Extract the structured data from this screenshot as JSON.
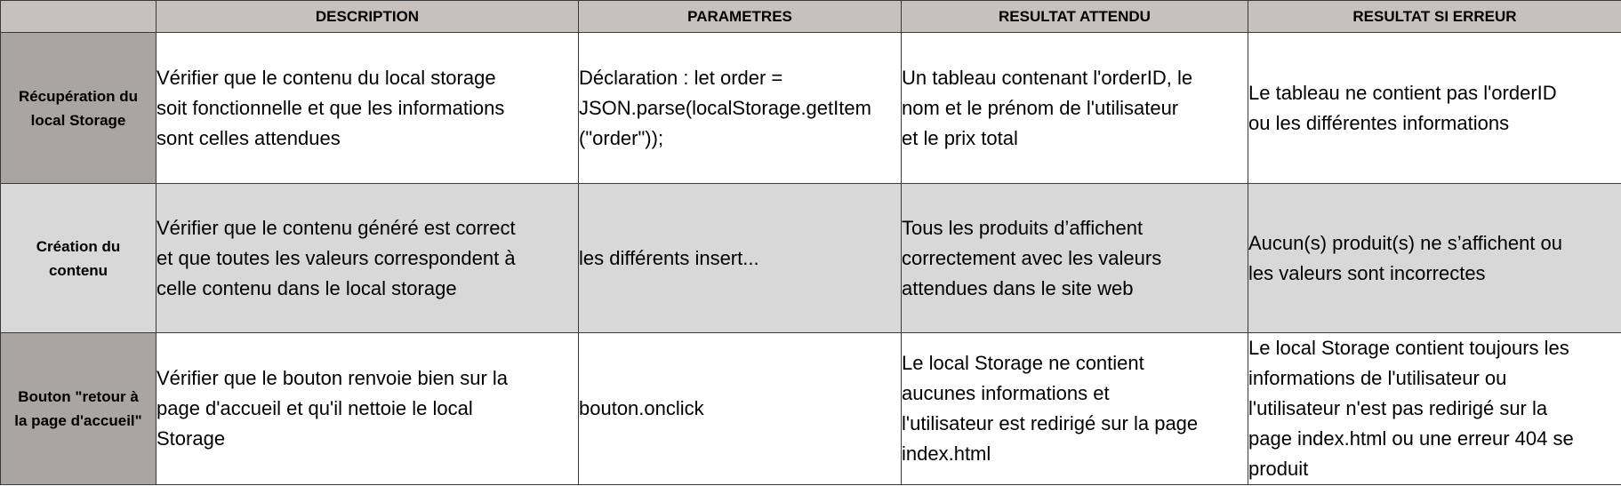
{
  "headers": [
    "",
    "DESCRIPTION",
    "PARAMETRES",
    "RESULTAT ATTENDU",
    "RESULTAT SI ERREUR"
  ],
  "rows": [
    {
      "label": "Récupération du\nlocal Storage",
      "description": "Vérifier que le contenu du local storage\nsoit fonctionnelle et que les informations\nsont celles attendues",
      "parametres": "Déclaration : let order =\nJSON.parse(localStorage.getItem\n(\"order\"));",
      "attendu": "Un tableau contenant l'orderID, le\nnom et le prénom de l'utilisateur\net le prix total",
      "erreur": "Le tableau ne contient pas l'orderID\nou les différentes informations"
    },
    {
      "label": "Création du\ncontenu",
      "description": "Vérifier que le contenu généré est correct\net que toutes les valeurs correspondent à\ncelle contenu dans le local storage",
      "parametres": "les différents insert...",
      "attendu": "Tous les produits d’affichent\ncorrectement avec les valeurs\nattendues dans le site web",
      "erreur": "Aucun(s) produit(s) ne s’affichent ou\nles valeurs sont incorrectes"
    },
    {
      "label": "Bouton \"retour à\nla page d'accueil\"",
      "description": "Vérifier que le bouton renvoie bien sur la\npage d'accueil et qu'il nettoie le local\nStorage",
      "parametres": "bouton.onclick",
      "attendu": "Le local Storage ne contient\naucunes informations et\nl'utilisateur est redirigé sur la page\nindex.html",
      "erreur": "Le local Storage contient toujours les\ninformations de l'utilisateur ou\nl'utilisateur n'est pas redirigé sur la\npage index.html ou une erreur 404 se\nproduit"
    }
  ]
}
